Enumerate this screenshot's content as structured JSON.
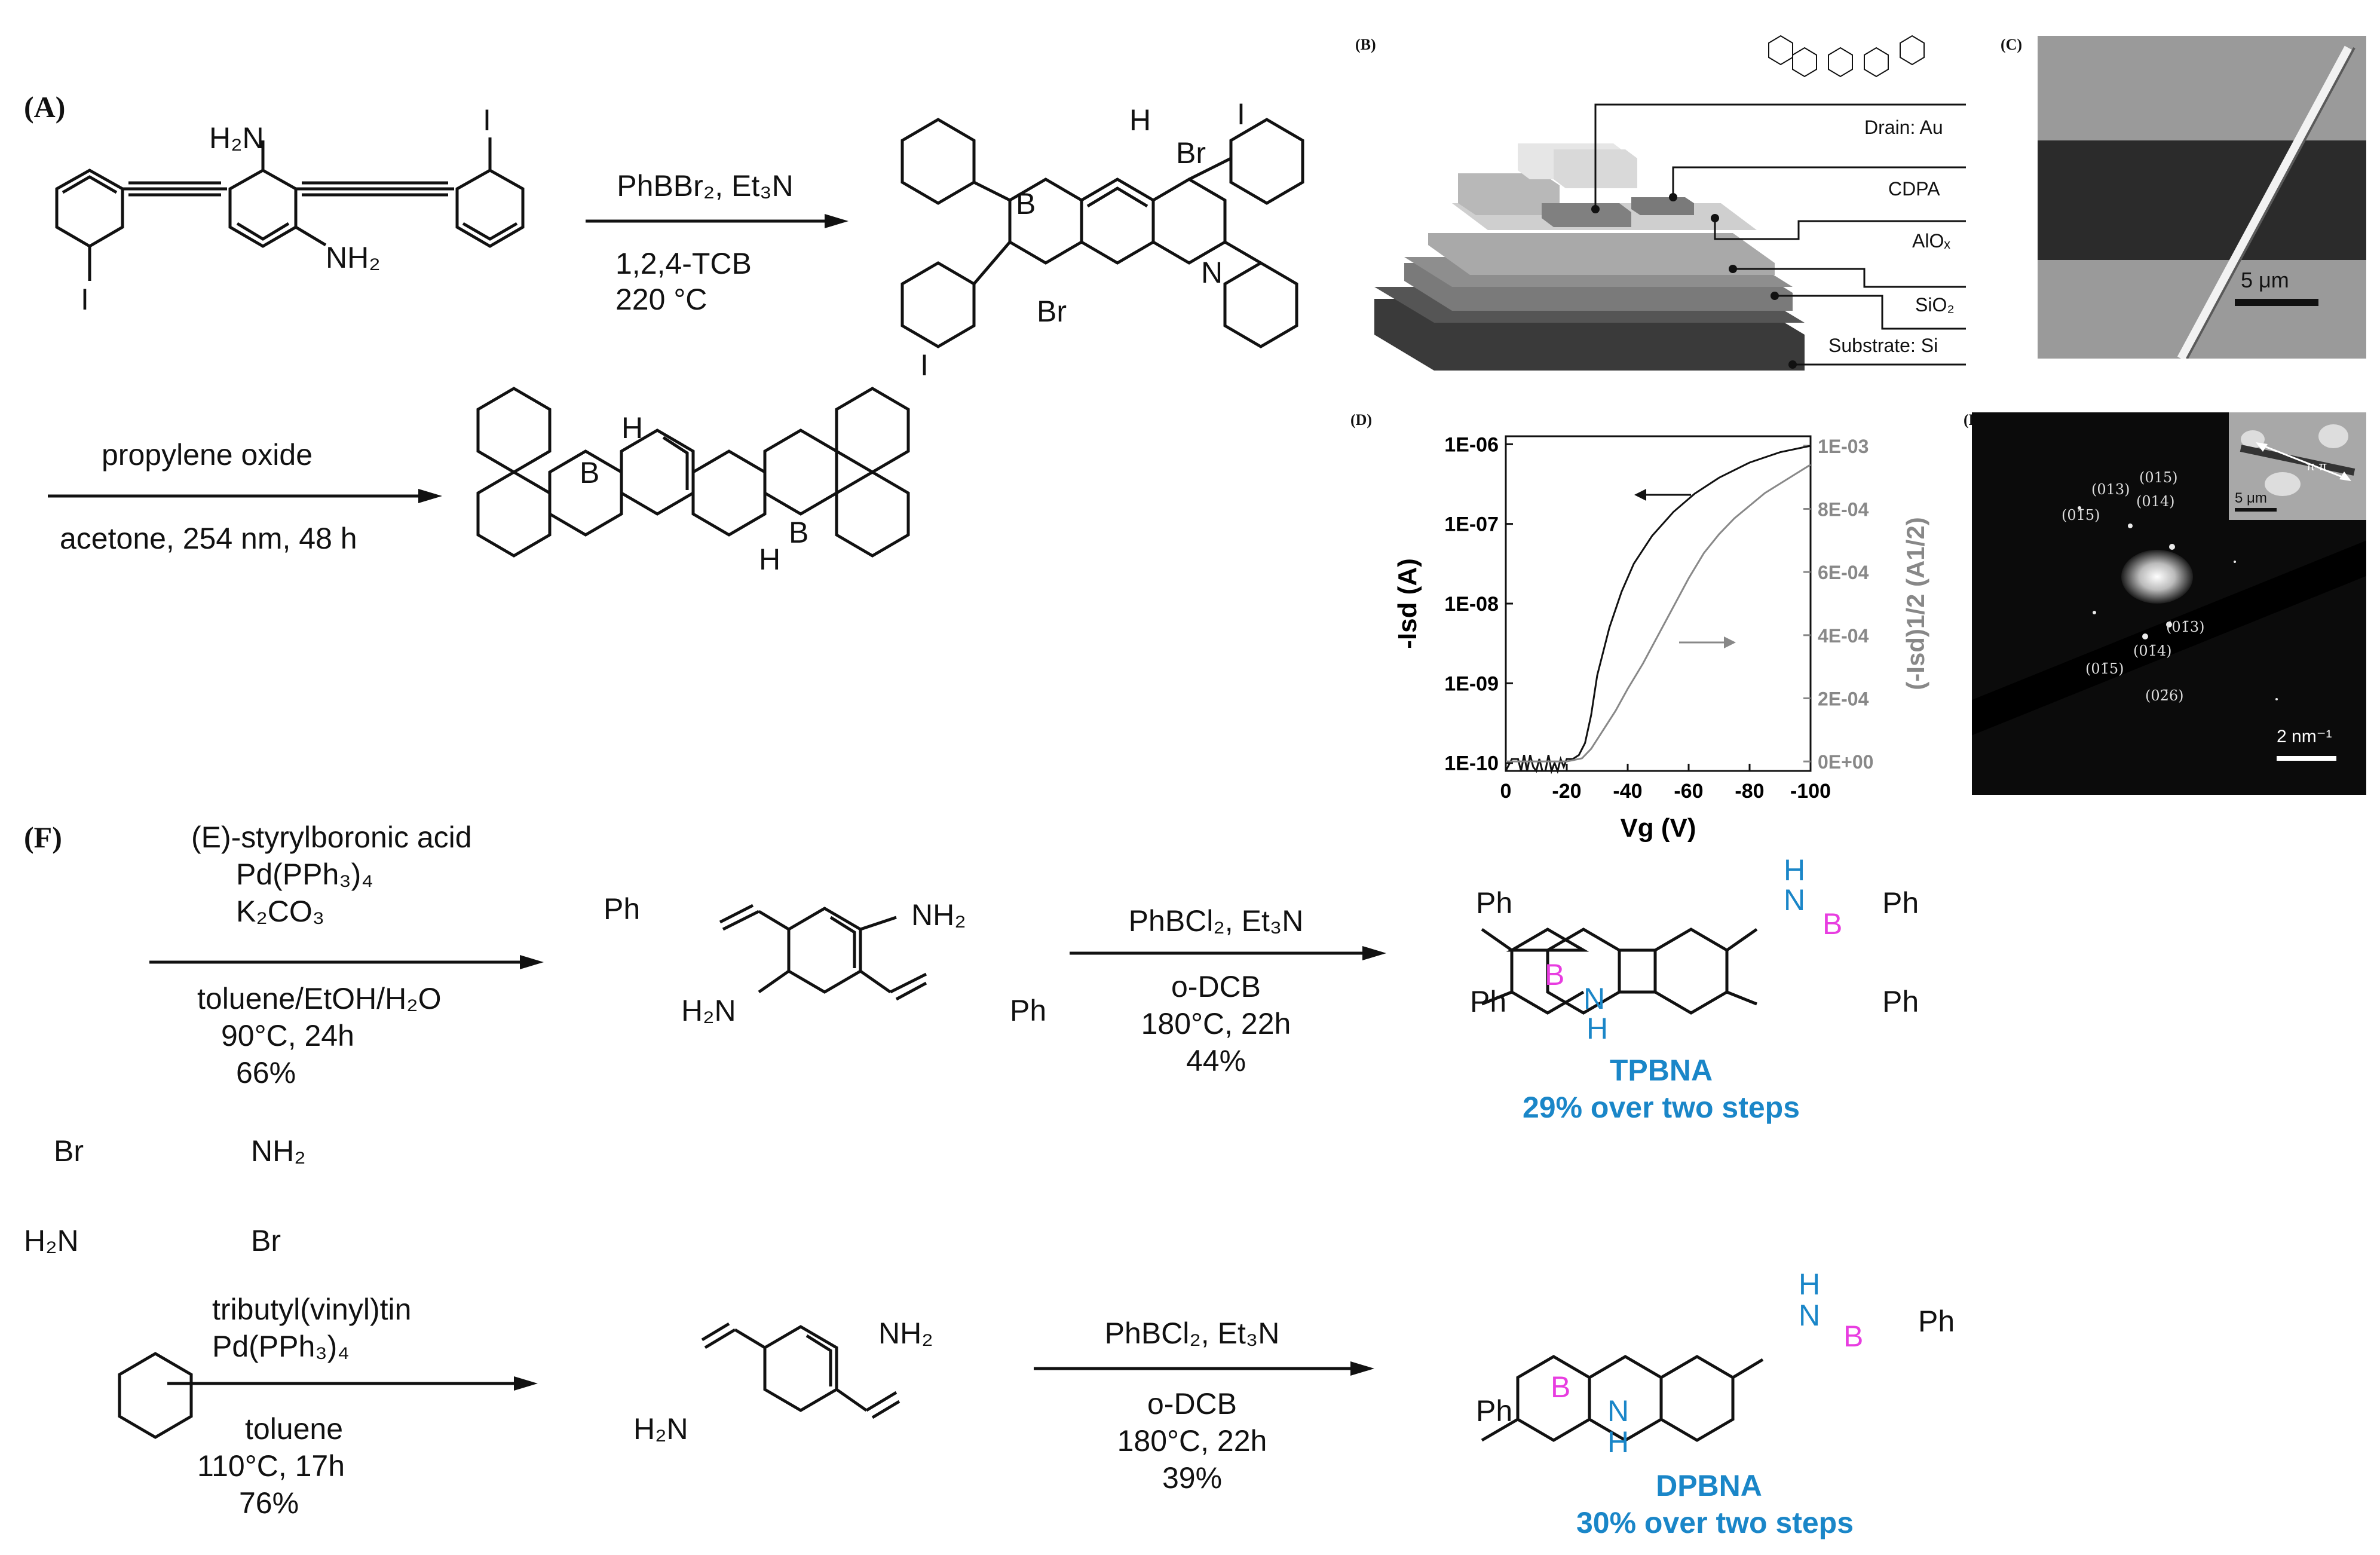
{
  "panels": {
    "A": "(A)",
    "B": "(B)",
    "C": "(C)",
    "D": "(D)",
    "E": "(E)",
    "F": "(F)"
  },
  "A": {
    "step1": {
      "reagent": "PhBBr₂, Et₃N",
      "solvent": "1,2,4-TCB",
      "temp": "220 °C"
    },
    "step2": {
      "reagent": "propylene oxide",
      "conditions": "acetone, 254 nm, 48 h"
    },
    "start_labels": {
      "nh2_top": "H₂N",
      "nh2_bottom": "NH₂",
      "i_left": "I",
      "i_right": "I"
    },
    "product_labels": {
      "br_top": "Br",
      "br_bottom": "Br",
      "i_top": "I",
      "i_bottom": "I",
      "b": "B",
      "n": "N",
      "h": "H"
    }
  },
  "B": {
    "layers": [
      "Drain: Au",
      "CDPA",
      "AlOₓ",
      "SiO₂",
      "Substrate: Si"
    ]
  },
  "C": {
    "scalebar": "5 μm"
  },
  "D": {
    "chart_data": {
      "type": "line",
      "xlabel": "Vg (V)",
      "ylabel_left": "-Isd (A)",
      "ylabel_right": "(-Isd)1/2 (A1/2)",
      "x_ticks": [
        "0",
        "-20",
        "-40",
        "-60",
        "-80",
        "-100"
      ],
      "y_left_ticks": [
        "1E-06",
        "1E-07",
        "1E-08",
        "1E-09",
        "1E-10"
      ],
      "y_right_ticks": [
        "1E-03",
        "8E-04",
        "6E-04",
        "4E-04",
        "2E-04",
        "0E+00"
      ],
      "xlim": [
        0,
        -100
      ],
      "y_left_log_range": [
        -10.1,
        -5.9
      ],
      "y_right_range": [
        -3e-05,
        0.00103
      ],
      "series": [
        {
          "axis": "left",
          "color": "#111111",
          "x": [
            0,
            -2,
            -4,
            -5,
            -6,
            -7,
            -8,
            -9,
            -10,
            -11,
            -12,
            -13,
            -14,
            -15,
            -16,
            -17,
            -18,
            -19,
            -20,
            -22,
            -24,
            -26,
            -28,
            -30,
            -34,
            -38,
            -42,
            -48,
            -55,
            -62,
            -70,
            -80,
            -90,
            -100
          ],
          "y": [
            -10.2,
            -9.95,
            -9.95,
            -10.1,
            -9.9,
            -10.25,
            -9.9,
            -10.05,
            -10.3,
            -9.95,
            -10.1,
            -10.2,
            -9.9,
            -10.3,
            -10.0,
            -10.15,
            -9.95,
            -10.05,
            -9.95,
            -9.95,
            -9.9,
            -9.75,
            -9.4,
            -8.9,
            -8.3,
            -7.85,
            -7.5,
            -7.15,
            -6.85,
            -6.62,
            -6.42,
            -6.23,
            -6.1,
            -6.02
          ]
        },
        {
          "axis": "right",
          "color": "#888888",
          "x": [
            0,
            -10,
            -20,
            -25,
            -28,
            -32,
            -36,
            -40,
            -45,
            -50,
            -55,
            -60,
            -65,
            -70,
            -75,
            -80,
            -85,
            -90,
            -95,
            -100
          ],
          "y": [
            0,
            0,
            0,
            1e-05,
            4e-05,
            0.0001,
            0.00016,
            0.00023,
            0.00031,
            0.0004,
            0.00049,
            0.00058,
            0.00066,
            0.00072,
            0.00077,
            0.00081,
            0.00085,
            0.00088,
            0.00091,
            0.00094
          ]
        }
      ]
    }
  },
  "E": {
    "spots": [
      "(01̄5)",
      "(013)",
      "(015)",
      "(014)",
      "(01̄3)",
      "(01̄4)",
      "(01̄5)",
      "(02̄6)"
    ],
    "scalebar": "2 nm⁻¹",
    "inset_scalebar": "5 μm",
    "inset_label": "π-π"
  },
  "F": {
    "route1": {
      "reagents": [
        "(E)-styrylboronic acid",
        "Pd(PPh₃)₄",
        "K₂CO₃"
      ],
      "conditions": [
        "toluene/EtOH/H₂O",
        "90°C, 24h",
        "66%"
      ],
      "step2_reagent": "PhBCl₂, Et₃N",
      "step2_conditions": [
        "o-DCB",
        "180°C, 22h",
        "44%"
      ],
      "product_name": "TPBNA",
      "product_yield": "29% over two steps"
    },
    "start_labels": {
      "br1": "Br",
      "br2": "Br",
      "nh2": "NH₂",
      "h2n": "H₂N"
    },
    "route2": {
      "reagents": [
        "tributyl(vinyl)tin",
        "Pd(PPh₃)₄"
      ],
      "conditions": [
        "toluene",
        "110°C, 17h",
        "76%"
      ],
      "step2_reagent": "PhBCl₂, Et₃N",
      "step2_conditions": [
        "o-DCB",
        "180°C, 22h",
        "39%"
      ],
      "product_name": "DPBNA",
      "product_yield": "30% over two steps"
    },
    "atoms": {
      "ph": "Ph",
      "b": "B",
      "n": "N",
      "h": "H",
      "nh2": "NH₂",
      "h2n": "H₂N"
    }
  },
  "colors": {
    "boron": "#e83de0",
    "nitrogen": "#1a86c8",
    "label_blue": "#1a86c8"
  }
}
